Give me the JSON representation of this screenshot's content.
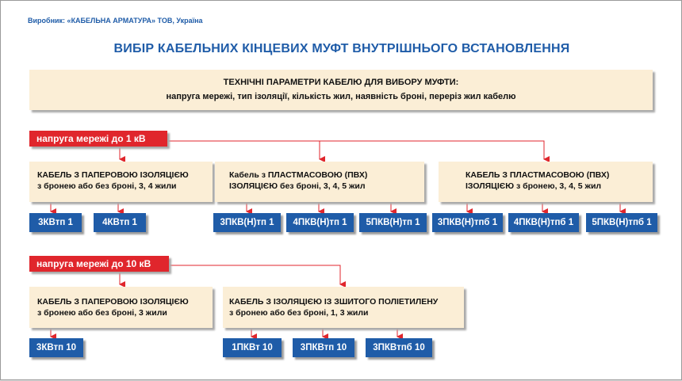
{
  "manufacturer": "Виробник: «КАБЕЛЬНА АРМАТУРА» ТОВ, Україна",
  "title": "ВИБІР КАБЕЛЬНИХ  КІНЦЕВИХ  МУФТ ВНУТРІШНЬОГО ВСТАНОВЛЕННЯ",
  "params": {
    "line1": "ТЕХНІЧНІ ПАРАМЕТРИ КАБЕЛЮ ДЛЯ ВИБОРУ МУФТИ:",
    "line2": "напруга мережі, тип ізоляції, кількість жил, наявність броні, переріз жил кабелю"
  },
  "section_1kv": {
    "voltage": "напруга мережі до 1 кВ",
    "cables": [
      {
        "line1": "КАБЕЛЬ З ПАПЕРОВОЮ ІЗОЛЯЦІЄЮ",
        "line2": "з бронею або без броні, 3, 4 жили",
        "products": [
          "3КВтп 1",
          "4КВтп 1"
        ]
      },
      {
        "line1": "Кабель з ПЛАСТМАСОВОЮ (ПВХ)",
        "line2": "ІЗОЛЯЦІЄЮ без броні, 3, 4, 5 жил",
        "products": [
          "3ПКВ(Н)тп 1",
          "4ПКВ(Н)тп 1",
          "5ПКВ(Н)тп 1"
        ]
      },
      {
        "line1": "КАБЕЛЬ З ПЛАСТМАСОВОЮ (ПВХ)",
        "line2": "ІЗОЛЯЦІЄЮ з бронею, 3, 4, 5 жил",
        "products": [
          "3ПКВ(Н)тпб 1",
          "4ПКВ(Н)тпб 1",
          "5ПКВ(Н)тпб 1"
        ]
      }
    ]
  },
  "section_10kv": {
    "voltage": "напруга мережі до 10 кВ",
    "cables": [
      {
        "line1": "КАБЕЛЬ З ПАПЕРОВОЮ ІЗОЛЯЦІЄЮ",
        "line2": "з бронею або без броні, 3 жили",
        "products": [
          "3КВтп 10"
        ]
      },
      {
        "line1": "КАБЕЛЬ З ІЗОЛЯЦІЄЮ ІЗ ЗШИТОГО ПОЛІЕТИЛЕНУ",
        "line2": "з бронею або без броні, 1, 3 жили",
        "products": [
          "1ПКВт 10",
          "3ПКВтп 10",
          "3ПКВтпб 10"
        ]
      }
    ]
  },
  "colors": {
    "blue": "#1f5ca8",
    "red": "#e0262c",
    "panel": "#fbeed6",
    "arrow": "#e0262c"
  }
}
